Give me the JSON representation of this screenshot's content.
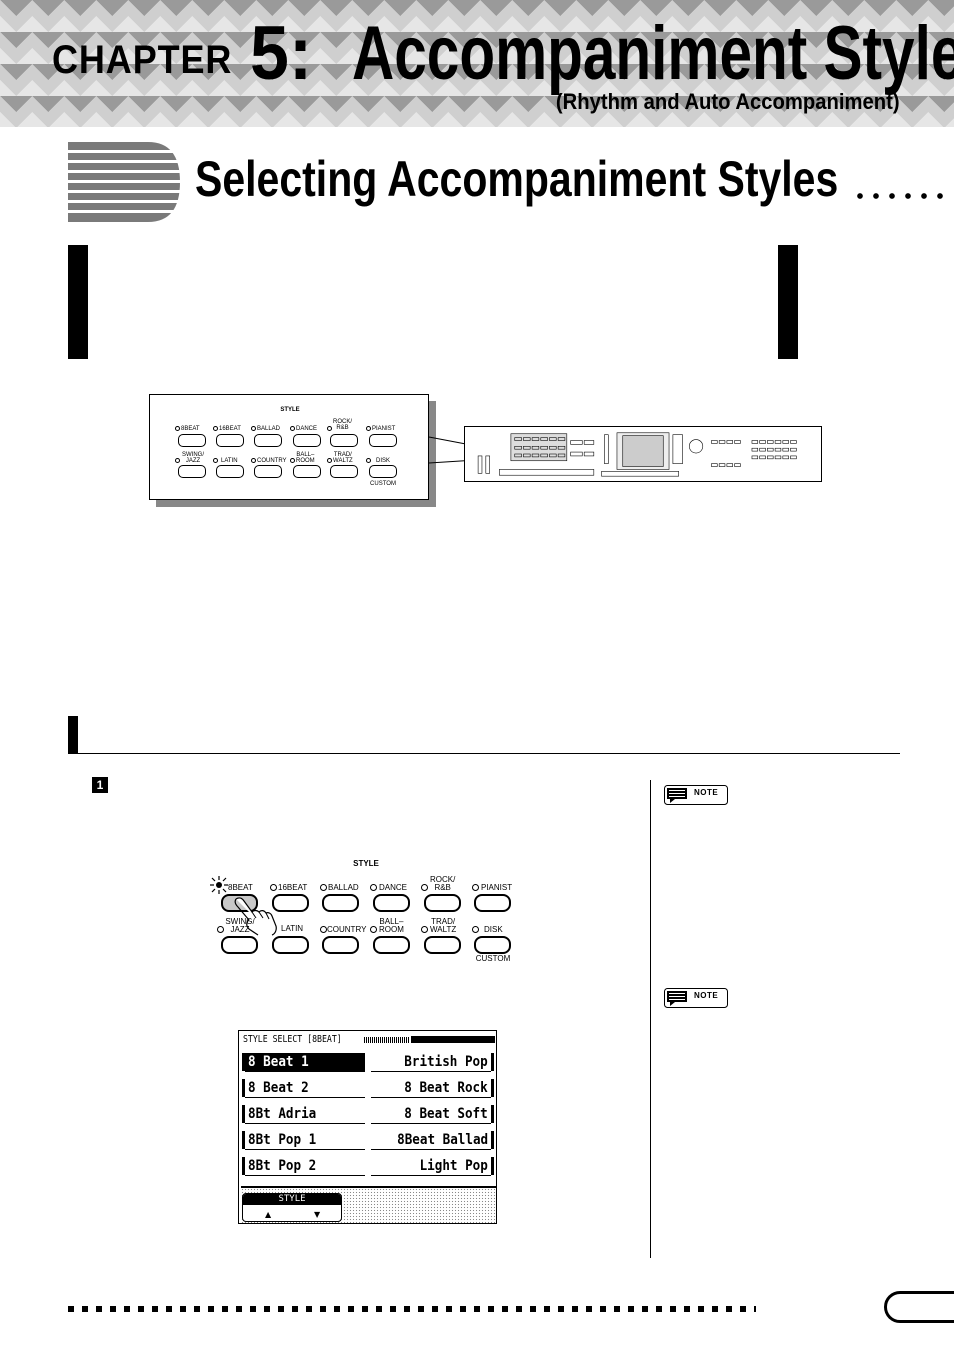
{
  "header": {
    "chapter_word": "CHAPTER",
    "chapter_number": "5:",
    "chapter_title": "Accompaniment Styles",
    "chapter_subtitle": "(Rhythm and Auto Accompaniment)"
  },
  "section": {
    "title": "Selecting Accompaniment Styles"
  },
  "panel_small": {
    "heading": "STYLE",
    "row1": [
      "8BEAT",
      "16BEAT",
      "BALLAD",
      "DANCE",
      "ROCK/\nR&B",
      "PIANIST"
    ],
    "row2": [
      "SWING/\nJAZZ",
      "LATIN",
      "COUNTRY",
      "BALL–\nROOM",
      "TRAD/\nWALTZ",
      "DISK"
    ],
    "custom": "CUSTOM"
  },
  "step": {
    "number": "1"
  },
  "panel_large": {
    "heading": "STYLE",
    "row1": [
      "8BEAT",
      "16BEAT",
      "BALLAD",
      "DANCE",
      "ROCK/\nR&B",
      "PIANIST"
    ],
    "row2": [
      "SWING/\nJAZZ",
      "LATIN",
      "COUNTRY",
      "BALL–\nROOM",
      "TRAD/\nWALTZ",
      "DISK"
    ],
    "custom": "CUSTOM",
    "active": "8BEAT"
  },
  "notes": [
    "NOTE",
    "NOTE"
  ],
  "lcd": {
    "title": "STYLE SELECT [8BEAT]",
    "left_items": [
      "8 Beat 1",
      "8 Beat 2",
      "8Bt Adria",
      "8Bt Pop 1",
      "8Bt Pop 2"
    ],
    "right_items": [
      "British Pop",
      "8 Beat Rock",
      "8 Beat Soft",
      "8Beat Ballad",
      "Light Pop"
    ],
    "selected_index": 0,
    "tab_label": "STYLE",
    "up_arrow": "▲",
    "down_arrow": "▼"
  }
}
